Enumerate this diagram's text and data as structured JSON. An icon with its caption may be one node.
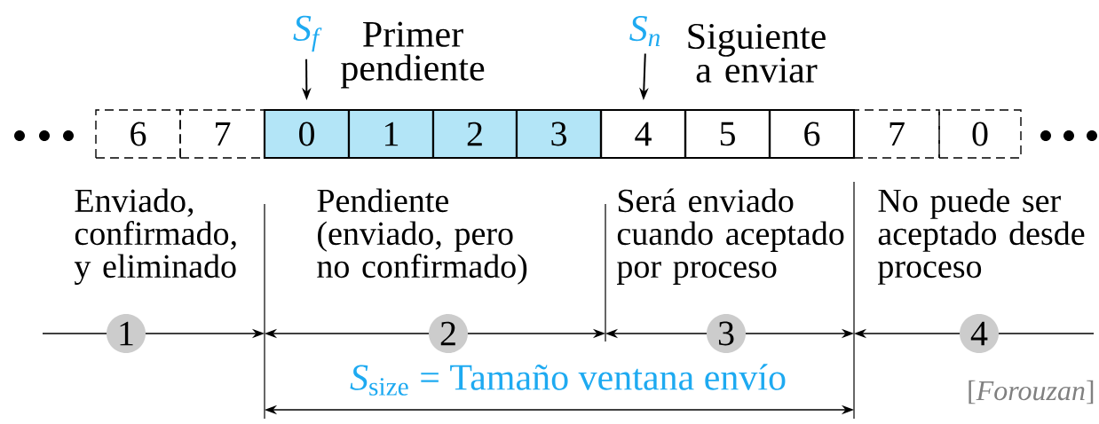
{
  "diagram": {
    "nodes": [
      {
        "text": [
          "S$_{f}$",
          "Primer pendiente"
        ]
      },
      {
        "text": [
          "S$_{n}$",
          "Siguiente a enviar"
        ]
      },
      {
        "text": [
          "6"
        ]
      },
      {
        "text": [
          "7"
        ]
      },
      {
        "text": [
          "0"
        ]
      },
      {
        "text": [
          "1"
        ]
      },
      {
        "text": [
          "2"
        ]
      },
      {
        "text": [
          "3"
        ]
      },
      {
        "text": [
          "4"
        ]
      },
      {
        "text": [
          "5"
        ]
      },
      {
        "text": [
          "6"
        ]
      },
      {
        "text": [
          "7"
        ]
      },
      {
        "text": [
          "0"
        ]
      },
      {
        "text": [
          "1"
        ]
      },
      {
        "text": [
          "2"
        ]
      },
      {
        "text": [
          "3"
        ]
      },
      {
        "text": [
          "4"
        ]
      }
    ],
    "edges": [
      {
        "from": 0,
        "to": 4,
        "arrow": "to"
      },
      {
        "from": 1,
        "to": 8,
        "arrow": "to"
      }
    ],
    "labels": [
      "Enviado, confirmado, y eliminado",
      "Pendiente (enviado, pero no confirmado)",
      "Será enviado cuando aceptado por proceso",
      "No puede ser aceptado desde proceso",
      "*S*$_{size}$ = Tamaño ventana envío",
      "[*Forouzan*]"
    ]
  }
}
